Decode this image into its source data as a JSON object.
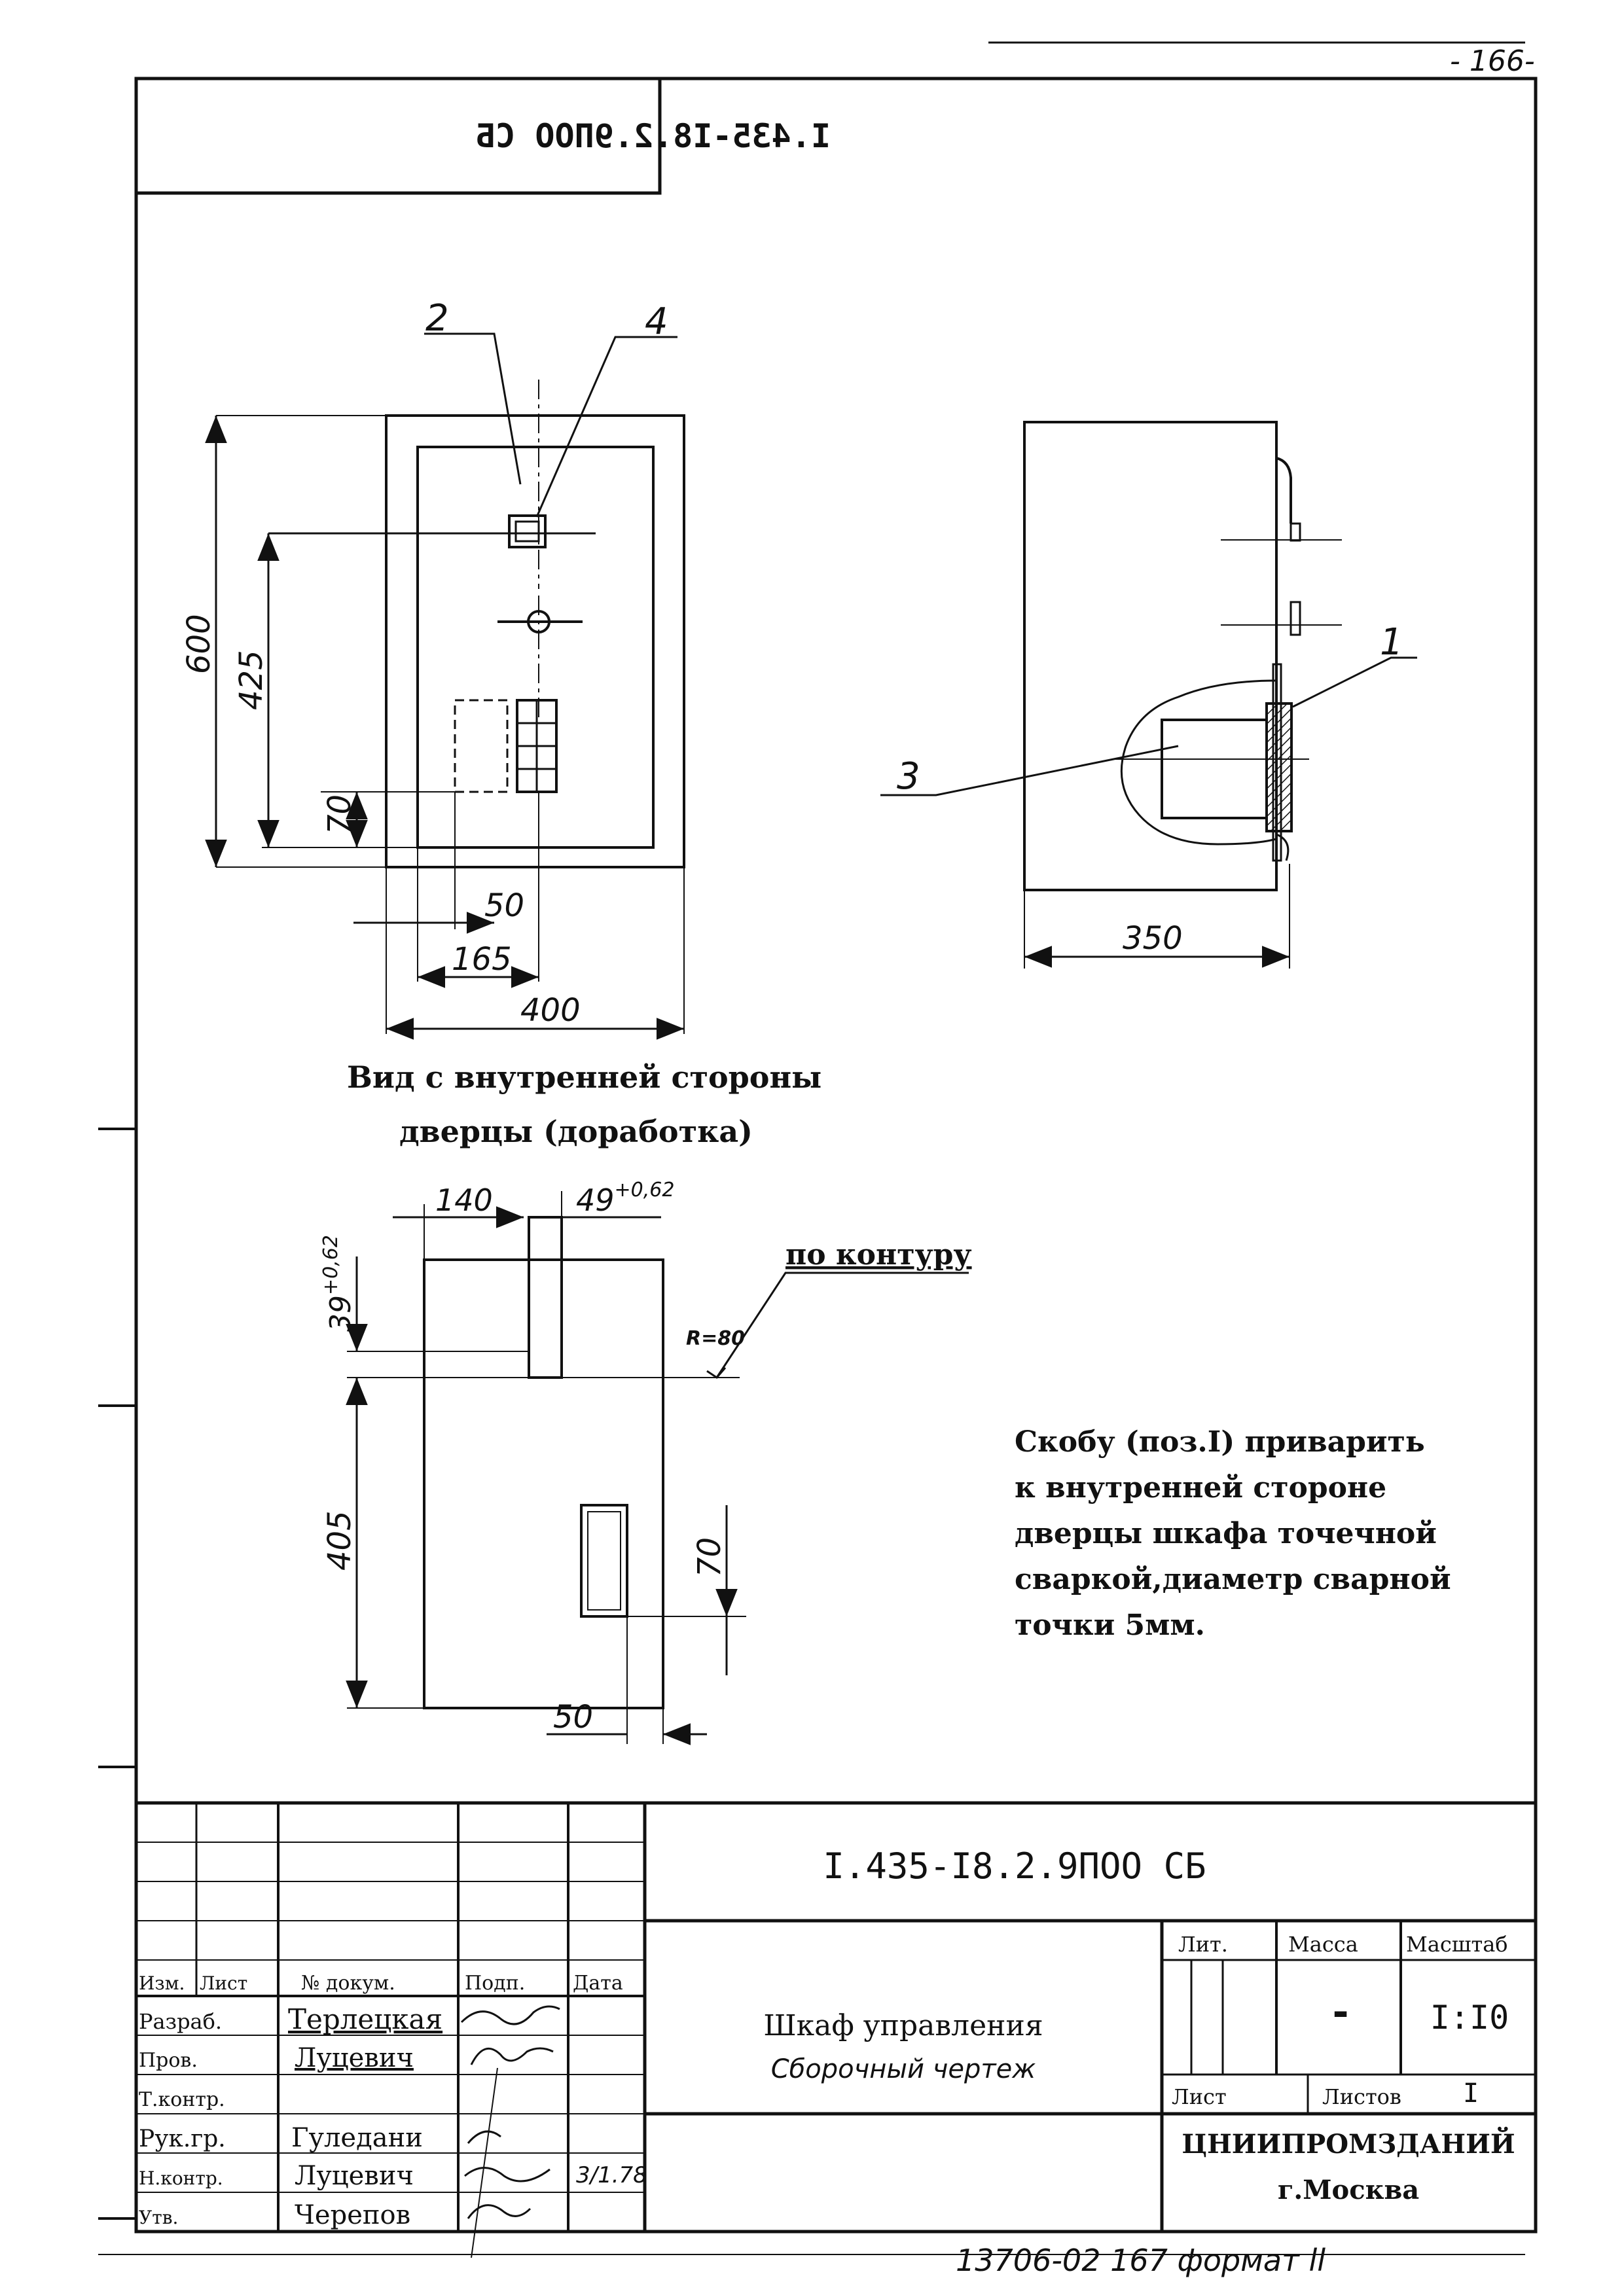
{
  "sheet": {
    "page_number": "- 166-",
    "doc_code_mirrored": "I.435-I8.2.9ПОО СБ",
    "bottom_handwritten": "13706-02  167  формат ll"
  },
  "front_view": {
    "pos_2": "2",
    "pos_4": "4",
    "dim_600": "600",
    "dim_425": "425",
    "dim_70": "70",
    "dim_50": "50",
    "dim_165": "165",
    "dim_400": "400"
  },
  "side_view": {
    "pos_1": "1",
    "pos_3": "3",
    "dim_350": "350"
  },
  "door_view": {
    "title_line1": "Вид с внутренней стороны",
    "title_line2": "дверцы (доработка)",
    "dim_140": "140",
    "dim_49": "49",
    "dim_49_tol": "+0,62",
    "dim_39": "39",
    "dim_39_tol": "+0,62",
    "contour_label": "по контуру",
    "radius": "R=80",
    "dim_405": "405",
    "dim_70": "70",
    "dim_50": "50"
  },
  "note": {
    "lines": [
      "Скобу (поз.I) приварить",
      "к внутренней стороне",
      "дверцы шкафа точечной",
      "сваркой,диаметр сварной",
      "точки 5мм."
    ]
  },
  "title_block": {
    "doc_code": "I.435-I8.2.9ПОО СБ",
    "headers": {
      "izm": "Изм.",
      "list": "Лист",
      "doc": "№ докум.",
      "sign": "Подп.",
      "date": "Дата"
    },
    "rows": [
      {
        "role": "Разраб.",
        "name": "Терлецкая"
      },
      {
        "role": "Пров.",
        "name": "Луцевич"
      },
      {
        "role": "Т.контр.",
        "name": ""
      },
      {
        "role": "Рук.гр.",
        "name": "Гуледани"
      },
      {
        "role": "Н.контр.",
        "name": "Луцевич"
      },
      {
        "role": "Утв.",
        "name": "Черепов"
      }
    ],
    "date_note": "3/1.78",
    "name_line1": "Шкаф управления",
    "name_line2": "Сборочный чертеж",
    "lit_label": "Лит.",
    "mass_label": "Масса",
    "scale_label": "Масштаб",
    "mass_value": "-",
    "scale_value": "I:I0",
    "sheet_label": "Лист",
    "sheets_label": "Листов",
    "sheets_value": "I",
    "org_line1": "ЦНИИПРОМЗДАНИЙ",
    "org_line2": "г.Москва"
  },
  "colors": {
    "ink": "#111111",
    "paper": "#ffffff"
  }
}
